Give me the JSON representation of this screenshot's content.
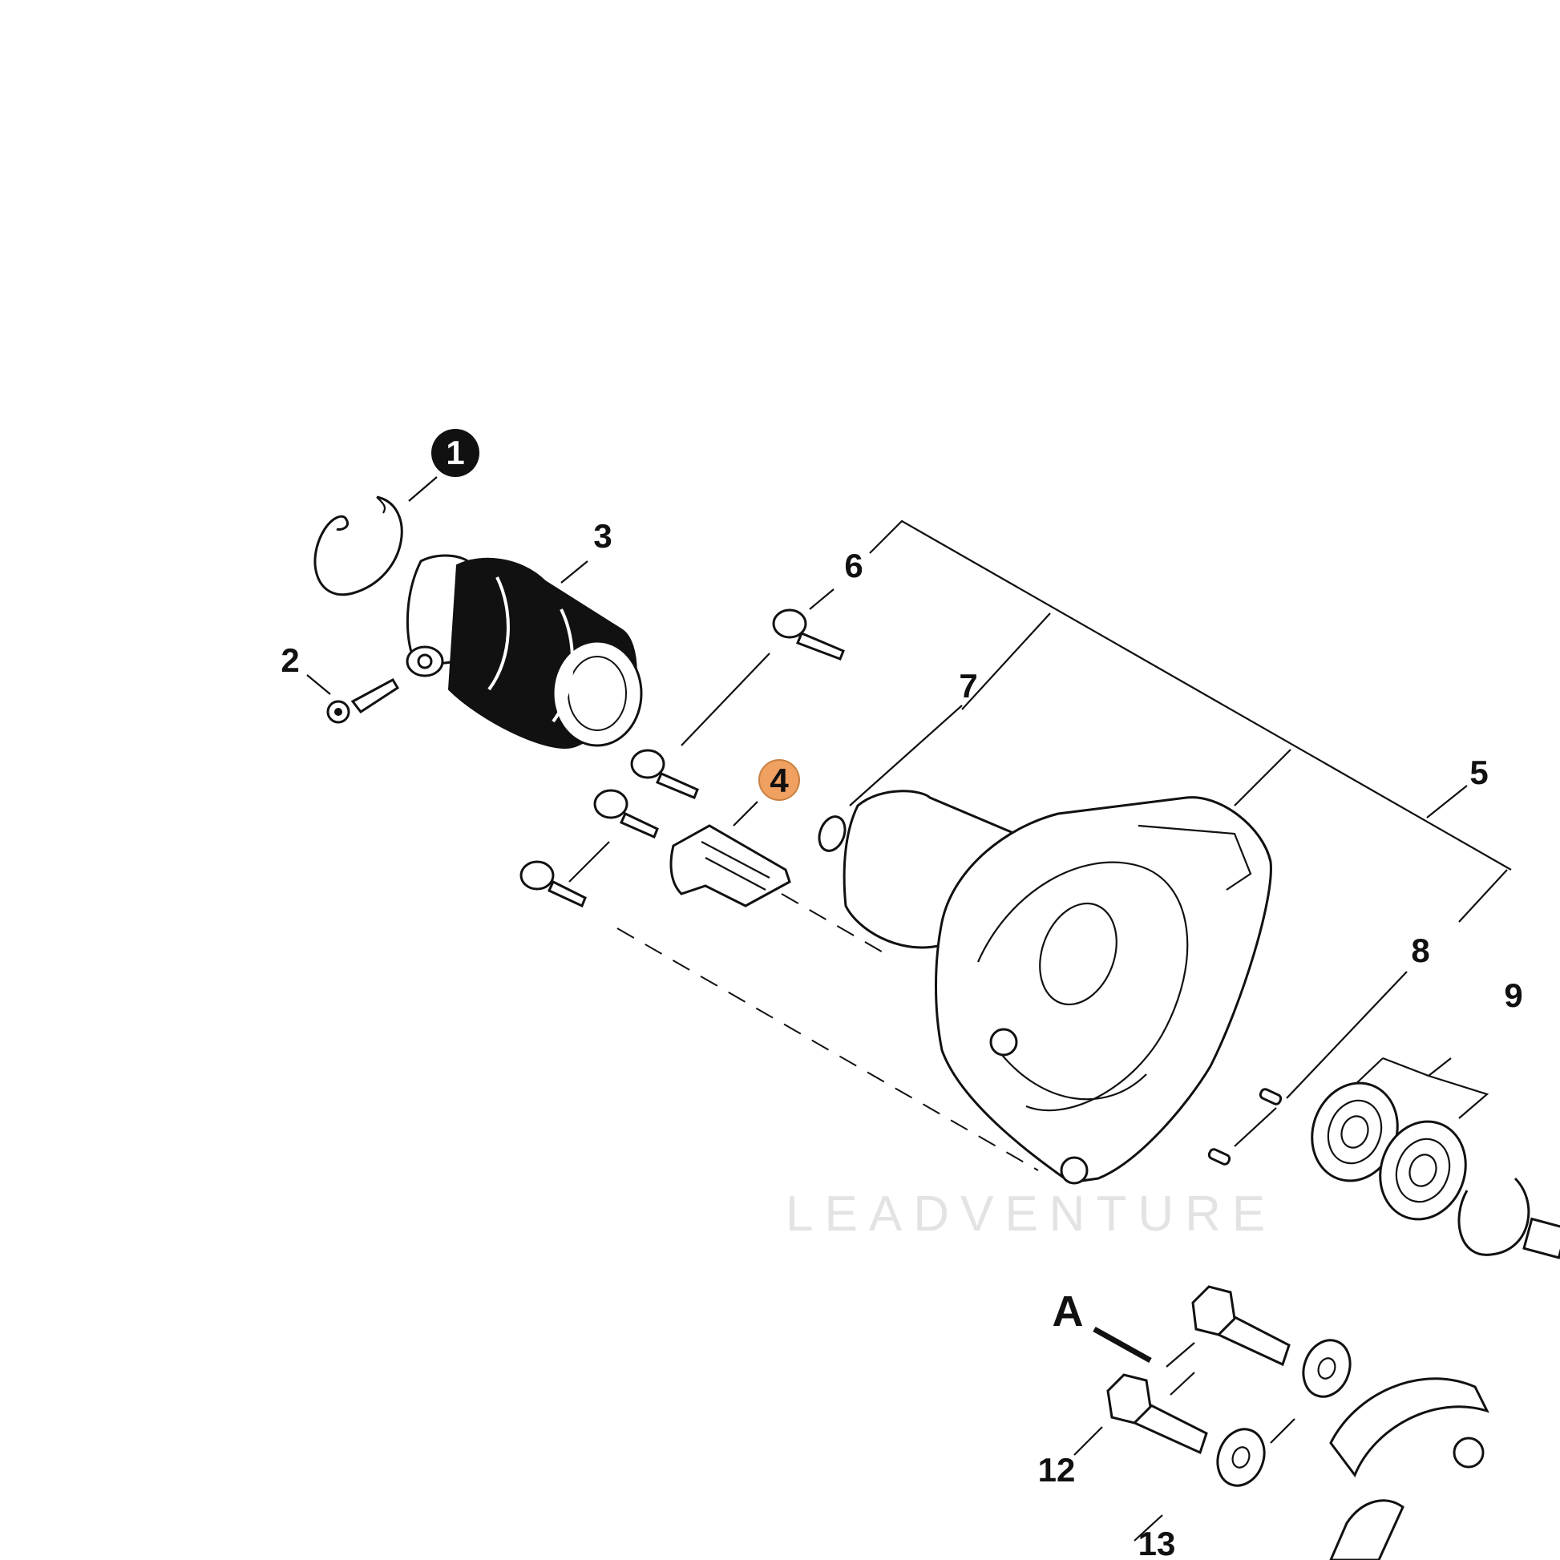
{
  "watermark": "LEADVENTURE",
  "callouts": [
    {
      "id": "1",
      "label": "1",
      "style": "filled-black"
    },
    {
      "id": "2",
      "label": "2"
    },
    {
      "id": "3",
      "label": "3"
    },
    {
      "id": "4",
      "label": "4",
      "style": "highlighted",
      "color": "#f0a060"
    },
    {
      "id": "5",
      "label": "5"
    },
    {
      "id": "6",
      "label": "6"
    },
    {
      "id": "7",
      "label": "7"
    },
    {
      "id": "8",
      "label": "8"
    },
    {
      "id": "9",
      "label": "9"
    },
    {
      "id": "12",
      "label": "12"
    },
    {
      "id": "13",
      "label": "13"
    },
    {
      "id": "A",
      "label": "A"
    }
  ]
}
